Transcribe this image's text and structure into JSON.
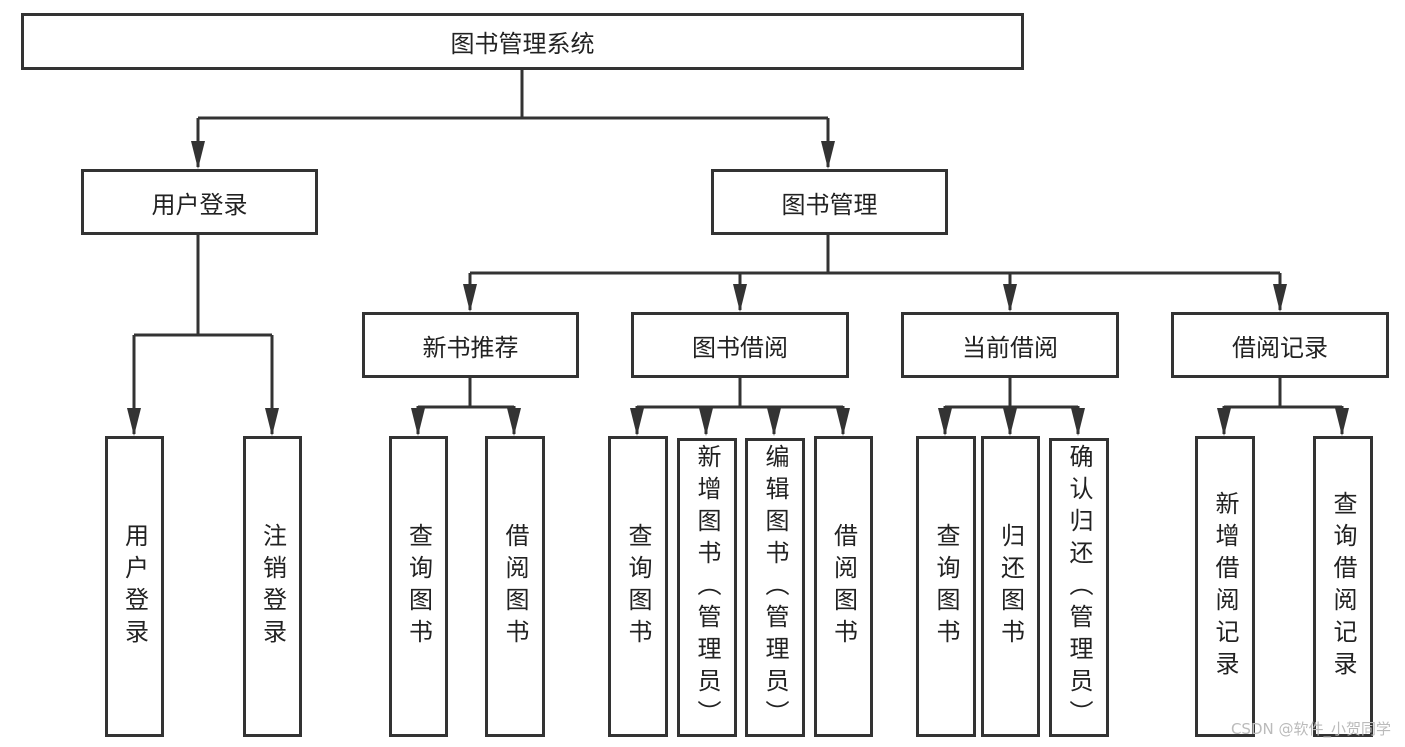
{
  "root": {
    "label": "图书管理系统"
  },
  "level1": [
    {
      "label": "用户登录",
      "children": [
        "用户登录",
        "注销登录"
      ]
    },
    {
      "label": "图书管理",
      "children": []
    }
  ],
  "level2": [
    {
      "label": "新书推荐",
      "children": [
        "查询图书",
        "借阅图书"
      ]
    },
    {
      "label": "图书借阅",
      "children": [
        "查询图书",
        "新增图书（管理员）",
        "编辑图书（管理员）",
        "借阅图书"
      ]
    },
    {
      "label": "当前借阅",
      "children": [
        "查询图书",
        "归还图书",
        "确认归还（管理员）"
      ]
    },
    {
      "label": "借阅记录",
      "children": [
        "新增借阅记录",
        "查询借阅记录"
      ]
    }
  ],
  "colors": {
    "line": "#333333",
    "border": "#333333"
  },
  "watermark": "CSDN @软件_小贺同学"
}
